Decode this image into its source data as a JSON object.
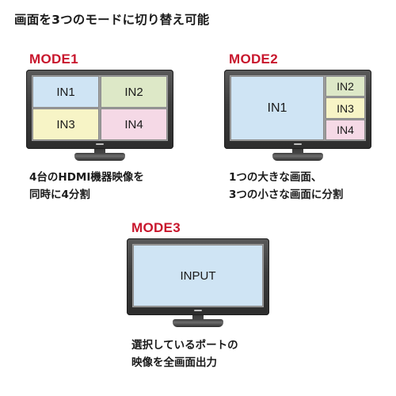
{
  "title": "画面を3つのモードに切り替え可能",
  "colors": {
    "mode_label": "#c8162c",
    "blue": "#cfe4f4",
    "green": "#dde8c7",
    "yellow": "#f7f4c6",
    "pink": "#f5d9e6"
  },
  "mode1": {
    "label": "MODE1",
    "panels": [
      "IN1",
      "IN2",
      "IN3",
      "IN4"
    ],
    "caption": [
      "4台のHDMI機器映像を",
      "同時に4分割"
    ]
  },
  "mode2": {
    "label": "MODE2",
    "panels": [
      "IN1",
      "IN2",
      "IN3",
      "IN4"
    ],
    "caption": [
      "1つの大きな画面、",
      "3つの小さな画面に分割"
    ]
  },
  "mode3": {
    "label": "MODE3",
    "panels": [
      "INPUT"
    ],
    "caption": [
      "選択しているポートの",
      "映像を全画面出力"
    ]
  }
}
